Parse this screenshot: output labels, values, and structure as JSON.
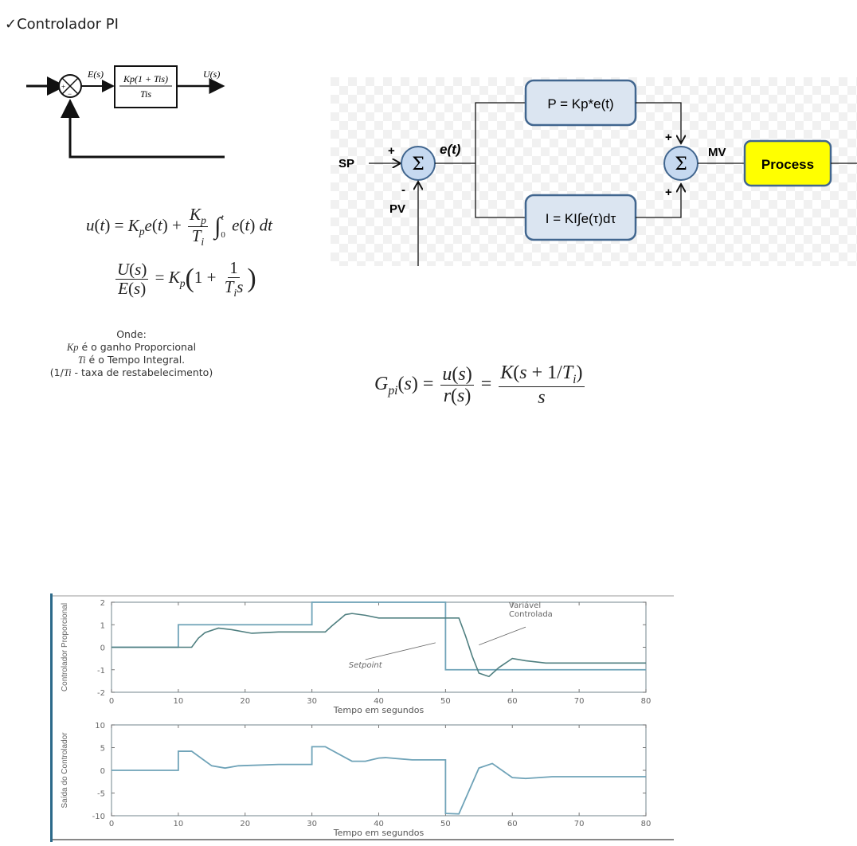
{
  "heading": {
    "check_icon": "✓",
    "text": "Controlador PI"
  },
  "block_diagram_1": {
    "error_label": "E(s)",
    "output_label": "U(s)",
    "tf_numerator": "Kp(1 + Tis)",
    "tf_denominator": "Tis",
    "plus_sign": "+",
    "minus_sign": "−"
  },
  "equations": {
    "time_domain": "u(t) = Kp e(t) + (Kp/Ti) ∫0^t e(t) dt",
    "laplace": "U(s)/E(s) = Kp(1 + 1/(Ti s))",
    "gpi": "Gpi(s) = u(s)/r(s) = K(s + 1/Ti)/s"
  },
  "notes": {
    "line1": "Onde:",
    "line2_sym": "Kp",
    "line2_text": " é o ganho Proporcional",
    "line3_sym": "Ti",
    "line3_text": " é o Tempo Integral.",
    "line4_pre": "(1/",
    "line4_sym": "Ti",
    "line4_text": " - taxa de restabelecimento)"
  },
  "pi_diagram": {
    "sp_label": "SP",
    "pv_label": "PV",
    "error_label": "e(t)",
    "mv_label": "MV",
    "sum_symbol": "Σ",
    "p_block": "P = Kp*e(t)",
    "i_block": "I = KI∫e(τ)dτ",
    "process_block": "Process",
    "plus": "+",
    "minus": "-",
    "colors": {
      "block_fill": "#dbe5f1",
      "block_border": "#41668f",
      "process_fill": "#ffff00",
      "sum_fill": "#c6d9f0"
    }
  },
  "chart_data": [
    {
      "type": "line",
      "title": "",
      "xlabel": "Tempo em segundos",
      "ylabel": "Controlador Proporcional",
      "xlim": [
        0,
        80
      ],
      "ylim": [
        -2,
        2
      ],
      "xticks": [
        0,
        10,
        20,
        30,
        40,
        50,
        60,
        70,
        80
      ],
      "yticks": [
        2,
        1,
        0,
        -1,
        -2
      ],
      "annotations": [
        {
          "text": "Setpoint",
          "italic": true
        },
        {
          "text": "Variável\nControlada"
        }
      ],
      "series": [
        {
          "name": "Setpoint",
          "color": "#6fa3b8",
          "x": [
            0,
            10,
            10,
            30,
            30,
            50,
            50,
            80
          ],
          "y": [
            0,
            0,
            1,
            1,
            2,
            2,
            -1,
            -1
          ]
        },
        {
          "name": "Variável Controlada",
          "color": "#4f7f80",
          "x": [
            0,
            12,
            13,
            14,
            16,
            18,
            21,
            25,
            32,
            33,
            34,
            35,
            36,
            38,
            40,
            45,
            52,
            53,
            54,
            55,
            56.5,
            58,
            60,
            62,
            65,
            80
          ],
          "y": [
            0,
            0,
            0.4,
            0.65,
            0.85,
            0.78,
            0.62,
            0.68,
            0.68,
            0.95,
            1.2,
            1.45,
            1.5,
            1.42,
            1.3,
            1.3,
            1.3,
            0.5,
            -0.4,
            -1.15,
            -1.3,
            -0.9,
            -0.5,
            -0.6,
            -0.7,
            -0.7
          ]
        }
      ]
    },
    {
      "type": "line",
      "title": "",
      "xlabel": "Tempo em segundos",
      "ylabel": "Saída do Controlador",
      "xlim": [
        0,
        80
      ],
      "ylim": [
        -10,
        10
      ],
      "xticks": [
        0,
        10,
        20,
        30,
        40,
        50,
        60,
        70,
        80
      ],
      "yticks": [
        10,
        5,
        0,
        -5,
        -10
      ],
      "series": [
        {
          "name": "Saída do Controlador",
          "color": "#6fa3b8",
          "x": [
            0,
            10,
            10,
            12,
            15,
            17,
            19,
            25,
            30,
            30,
            32,
            35,
            36,
            38,
            40,
            41,
            45,
            50,
            50,
            52,
            55,
            57,
            60,
            62,
            66,
            80
          ],
          "y": [
            0,
            0,
            4.2,
            4.2,
            1,
            0.5,
            1,
            1.3,
            1.3,
            5.2,
            5.2,
            2.8,
            2,
            2,
            2.7,
            2.8,
            2.3,
            2.3,
            -9.5,
            -9.6,
            0.5,
            1.5,
            -1.6,
            -1.8,
            -1.4,
            -1.4
          ]
        }
      ]
    }
  ]
}
